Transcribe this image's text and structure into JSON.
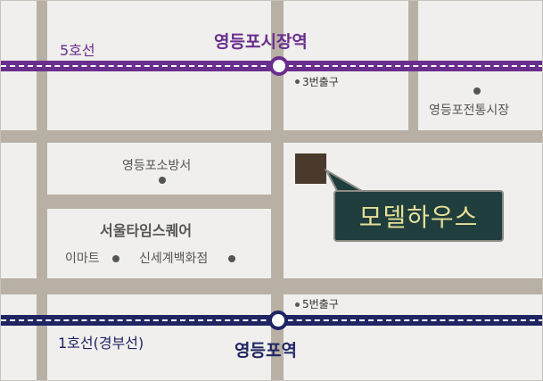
{
  "colors": {
    "line5": "#6a2e8e",
    "line1": "#1f2563",
    "road": "#b8b0a4",
    "target_block": "#4a3a2d",
    "label_bg": "#1f3e3d",
    "label_text": "#e6df98"
  },
  "lines": {
    "line5": "5호선",
    "line1": "1호선(경부선)"
  },
  "stations": {
    "top": "영등포시장역",
    "bottom": "영등포역"
  },
  "exits": {
    "exit3": "3번출구",
    "exit5": "5번출구"
  },
  "places": {
    "market": "영등포전통시장",
    "fire_station": "영등포소방서",
    "times_square": "서울타임스퀘어",
    "emart": "이마트",
    "shinsegae": "신세계백화점"
  },
  "target": {
    "label": "모델하우스"
  }
}
